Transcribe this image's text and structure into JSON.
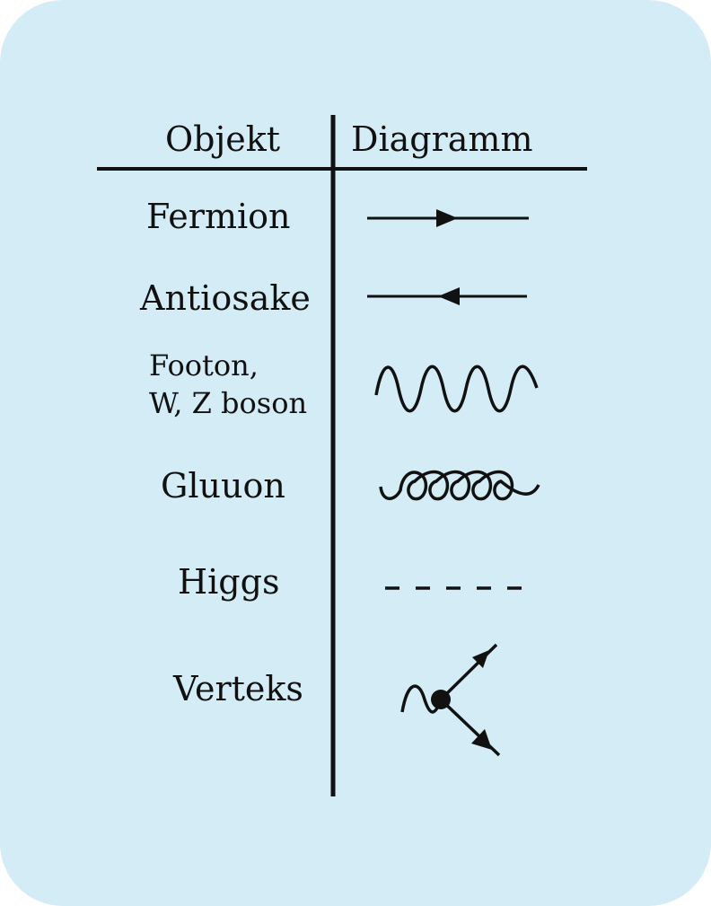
{
  "headers": {
    "object": "Objekt",
    "diagram": "Diagramm"
  },
  "rows": [
    {
      "label": "Fermion",
      "icon": "fermion-arrow-right-icon"
    },
    {
      "label": "Antiosake",
      "icon": "antifermion-arrow-left-icon"
    },
    {
      "label_line1": "Footon,",
      "label_line2": "W, Z boson",
      "icon": "wavy-line-icon"
    },
    {
      "label": "Gluuon",
      "icon": "curly-loop-line-icon"
    },
    {
      "label": "Higgs",
      "icon": "dashed-line-icon"
    },
    {
      "label": "Verteks",
      "icon": "vertex-icon"
    }
  ],
  "colors": {
    "background": "#d4ecf5",
    "ink": "#111111"
  }
}
